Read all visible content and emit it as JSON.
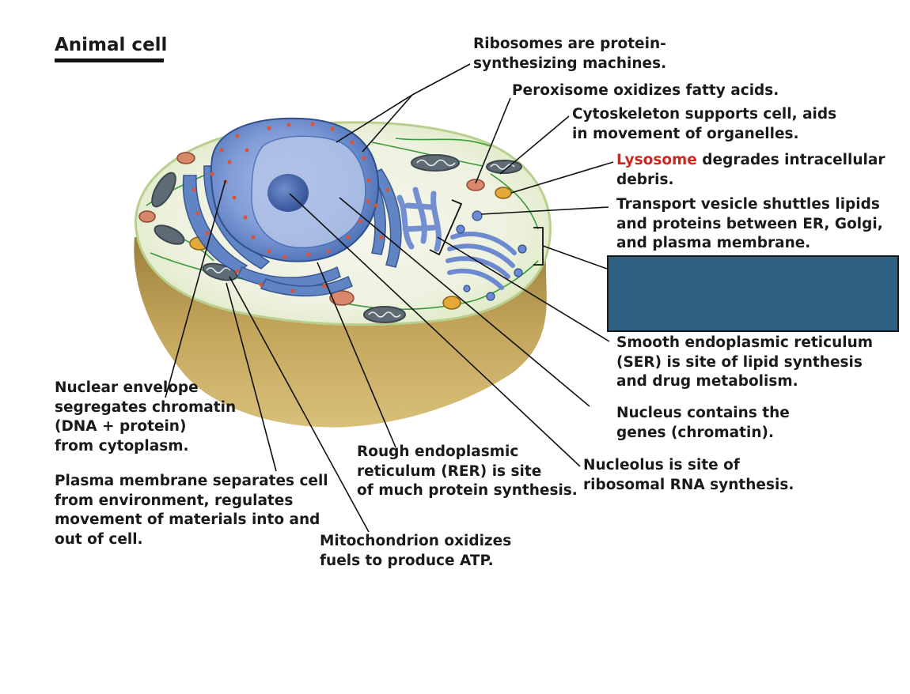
{
  "title": "Animal cell",
  "colors": {
    "cell_fill": "#e8f2d6",
    "cell_base": "#b99a4f",
    "nucleus": "#4a6fb5",
    "er": "#5a7fc4",
    "ribosome_dots": "#d8553a",
    "lysosome": "#e5a93a",
    "peroxisome": "#d9876a",
    "cytoskeleton": "#3a9a3a",
    "term_highlight": "#d0261f",
    "cover_box": "#2e6084"
  },
  "labels": {
    "ribosomes": "Ribosomes are protein-\nsynthesizing machines.",
    "peroxisome": "Peroxisome oxidizes fatty acids.",
    "cytoskeleton": "Cytoskeleton supports cell, aids\nin movement of organelles.",
    "lysosome_term": "Lysosome",
    "lysosome_rest": " degrades intracellular\ndebris.",
    "transport_vesicle": "Transport vesicle shuttles lipids\nand proteins between ER, Golgi,\nand plasma membrane.",
    "ser": "Smooth endoplasmic reticulum\n(SER) is site of lipid synthesis\nand drug metabolism.",
    "nucleus": "Nucleus contains the\ngenes (chromatin).",
    "nucleolus": "Nucleolus is site of\nribosomal RNA synthesis.",
    "rer": "Rough endoplasmic\nreticulum (RER) is site\nof much protein synthesis.",
    "mitochondrion": "Mitochondrion oxidizes\nfuels to produce ATP.",
    "nuclear_envelope": "Nuclear envelope\nsegregates chromatin\n(DNA + protein)\nfrom cytoplasm.",
    "plasma_membrane": "Plasma membrane separates cell\nfrom environment, regulates\nmovement of materials into and\nout of cell."
  }
}
